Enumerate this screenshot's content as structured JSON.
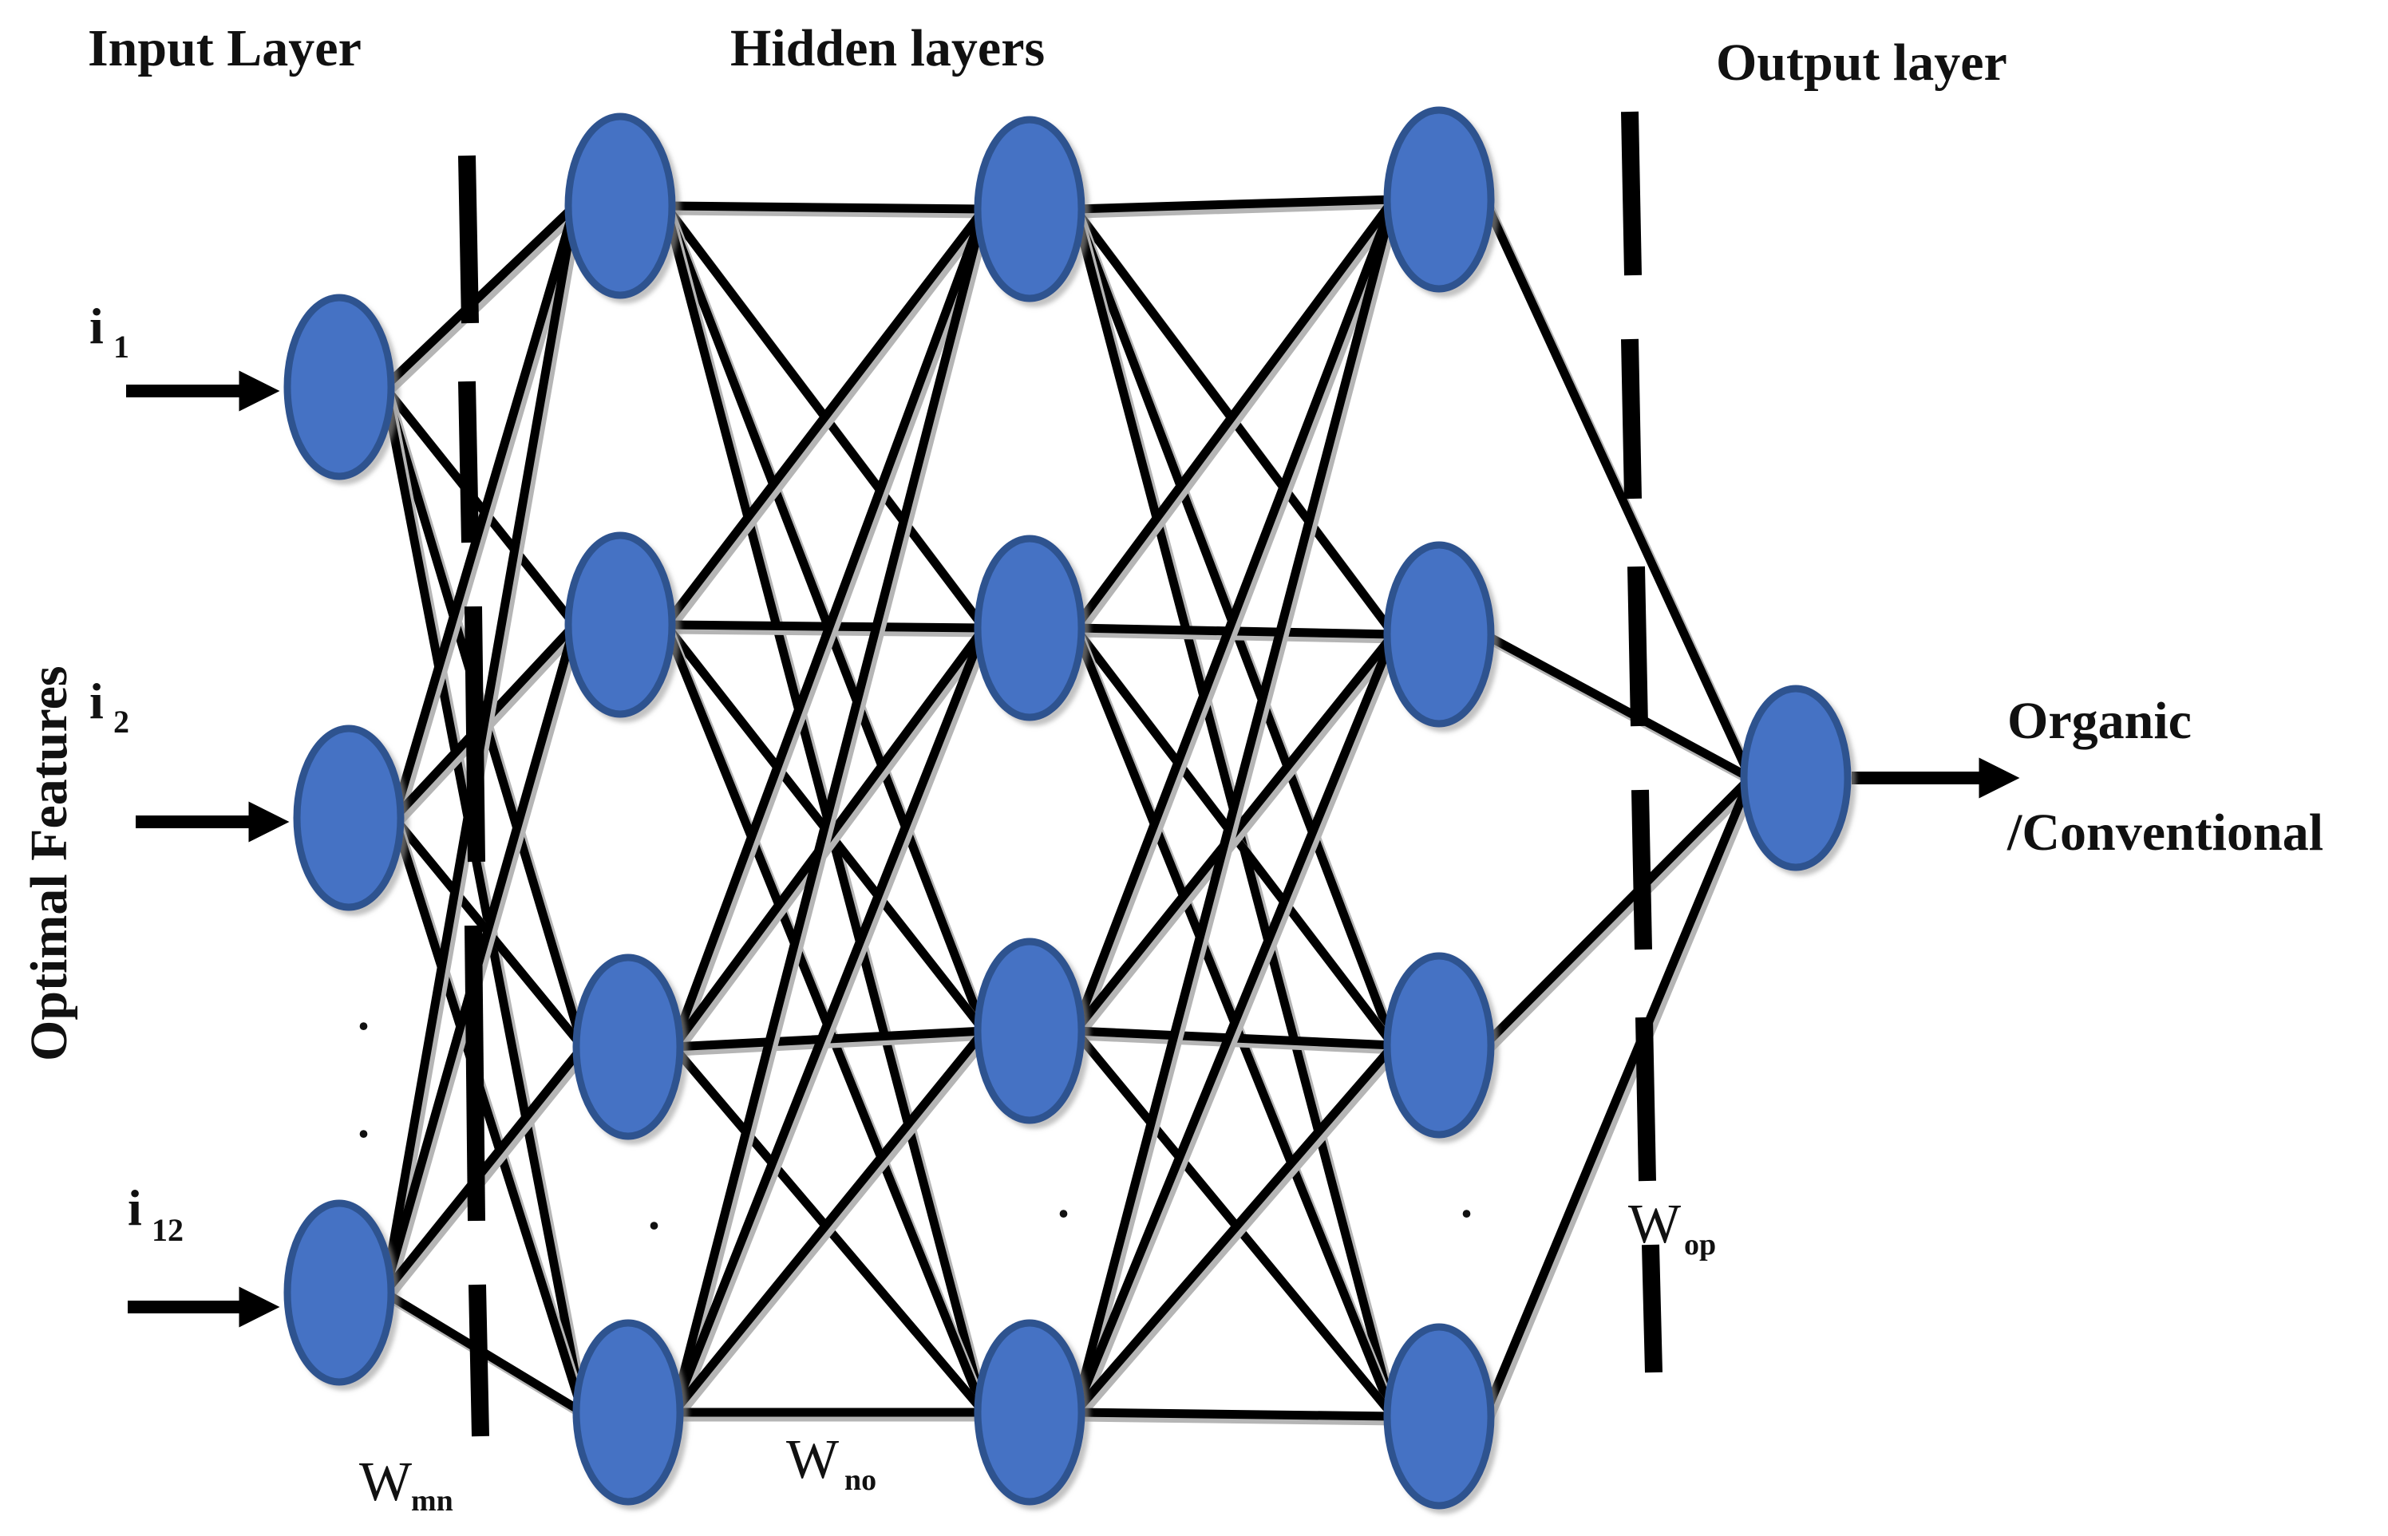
{
  "headers": {
    "input": "Input Layer",
    "hidden": "Hidden layers",
    "output": "Output layer"
  },
  "side_label": "Optimal Features",
  "inputs": [
    {
      "main": "i",
      "sub": "1"
    },
    {
      "main": "i",
      "sub": "2"
    },
    {
      "main": "i",
      "sub": "12"
    }
  ],
  "output_label": {
    "line1": "Organic",
    "line2": "/Conventional"
  },
  "weights": [
    {
      "main": "W",
      "sub": "mn"
    },
    {
      "main": "W",
      "sub": "no"
    },
    {
      "main": "W",
      "sub": "op"
    }
  ],
  "ellipsis": ".",
  "colors": {
    "node_fill": "#4472C4",
    "node_stroke": "#2F528F",
    "edge": "#000000"
  }
}
